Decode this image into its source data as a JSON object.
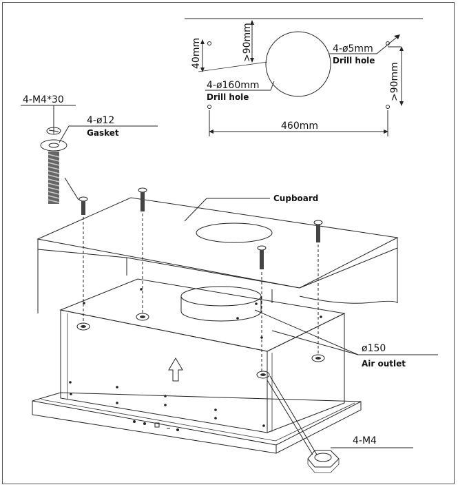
{
  "drill_template": {
    "dim_40": "40mm",
    "dim_90_top": ">90mm",
    "dim_90_right": ">90mm",
    "dim_460": "460mm",
    "small_holes": "4-ø5mm",
    "small_holes_label": "Drill hole",
    "large_hole": "4-ø160mm",
    "large_hole_label": "Drill hole"
  },
  "parts": {
    "screw": "4-M4*30",
    "gasket_size": "4-ø12",
    "gasket_label": "Gasket",
    "cupboard": "Cupboard",
    "outlet_size": "ø150",
    "outlet_label": "Air outlet",
    "nut": "4-M4"
  }
}
